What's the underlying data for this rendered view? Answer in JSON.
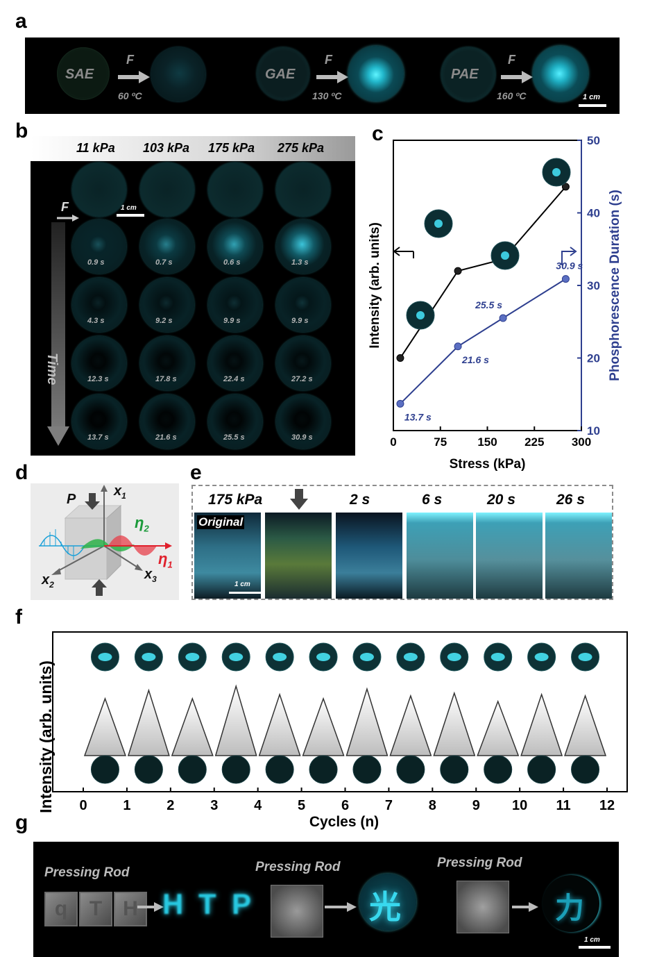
{
  "panel_labels": {
    "a": "a",
    "b": "b",
    "c": "c",
    "d": "d",
    "e": "e",
    "f": "f",
    "g": "g"
  },
  "panel_a": {
    "groups": [
      {
        "name": "SAE",
        "force": "F",
        "temp": "60 ºC"
      },
      {
        "name": "GAE",
        "force": "F",
        "temp": "130 ºC"
      },
      {
        "name": "PAE",
        "force": "F",
        "temp": "160 ºC"
      }
    ],
    "scale": "1 cm"
  },
  "panel_b": {
    "pressures": [
      "11 kPa",
      "103 kPa",
      "175 kPa",
      "275 kPa"
    ],
    "force": "F",
    "scale": "1 cm",
    "time_label": "Time",
    "time_rows": [
      [
        "0.9 s",
        "0.7 s",
        "0.6 s",
        "1.3 s"
      ],
      [
        "4.3 s",
        "9.2 s",
        "9.9 s",
        "9.9 s"
      ],
      [
        "12.3 s",
        "17.8 s",
        "22.4 s",
        "27.2 s"
      ],
      [
        "13.7 s",
        "21.6 s",
        "25.5 s",
        "30.9 s"
      ]
    ]
  },
  "chart_data": [
    {
      "type": "line",
      "panel": "c",
      "xlabel": "Stress (kPa)",
      "ylabel_left": "Intensity (arb. units)",
      "ylabel_right": "Phosphorescence Duration (s)",
      "x_ticks": [
        "0",
        "75",
        "150",
        "225",
        "300"
      ],
      "xlim": [
        0,
        300
      ],
      "y_right_ticks": [
        "10",
        "20",
        "30",
        "40",
        "50"
      ],
      "y_right_lim": [
        10,
        50
      ],
      "series": [
        {
          "axis": "left",
          "color": "#000000",
          "x": [
            11,
            103,
            175,
            275
          ],
          "y": [
            0.25,
            0.55,
            0.59,
            0.84
          ]
        },
        {
          "axis": "right",
          "color": "#2e3f8f",
          "x": [
            11,
            103,
            175,
            275
          ],
          "y": [
            13.7,
            21.6,
            25.5,
            30.9
          ],
          "labels": [
            "13.7 s",
            "21.6 s",
            "25.5 s",
            "30.9 s"
          ]
        }
      ]
    },
    {
      "type": "line",
      "panel": "f",
      "xlabel": "Cycles (n)",
      "ylabel": "Intensity (arb. units)",
      "x_ticks": [
        "0",
        "1",
        "2",
        "3",
        "4",
        "5",
        "6",
        "7",
        "8",
        "9",
        "10",
        "11",
        "12"
      ],
      "xlim": [
        0,
        12
      ],
      "cycles": 12
    }
  ],
  "panel_d": {
    "P": "P",
    "x1": "x",
    "x1_sub": "1",
    "x2": "x",
    "x2_sub": "2",
    "x3": "x",
    "x3_sub": "3",
    "eta1": "η",
    "eta1_sub": "1",
    "eta2": "η",
    "eta2_sub": "2"
  },
  "panel_e": {
    "headers": [
      "175 kPa",
      "",
      "2 s",
      "6 s",
      "20 s",
      "26 s"
    ],
    "original": "Original",
    "scale": "1 cm"
  },
  "panel_g": {
    "rod1": "Pressing Rod",
    "rod2": "Pressing Rod",
    "rod3": "Pressing Rod",
    "letters": [
      "H",
      "T",
      "P"
    ],
    "stamp_letters": [
      "q",
      "T",
      "H"
    ],
    "char1": "光",
    "char2": "力",
    "scale": "1 cm"
  },
  "colors": {
    "glow": "#3fe6ff",
    "dark_disc": "#0d2424",
    "blue": "#2e3f8f"
  }
}
